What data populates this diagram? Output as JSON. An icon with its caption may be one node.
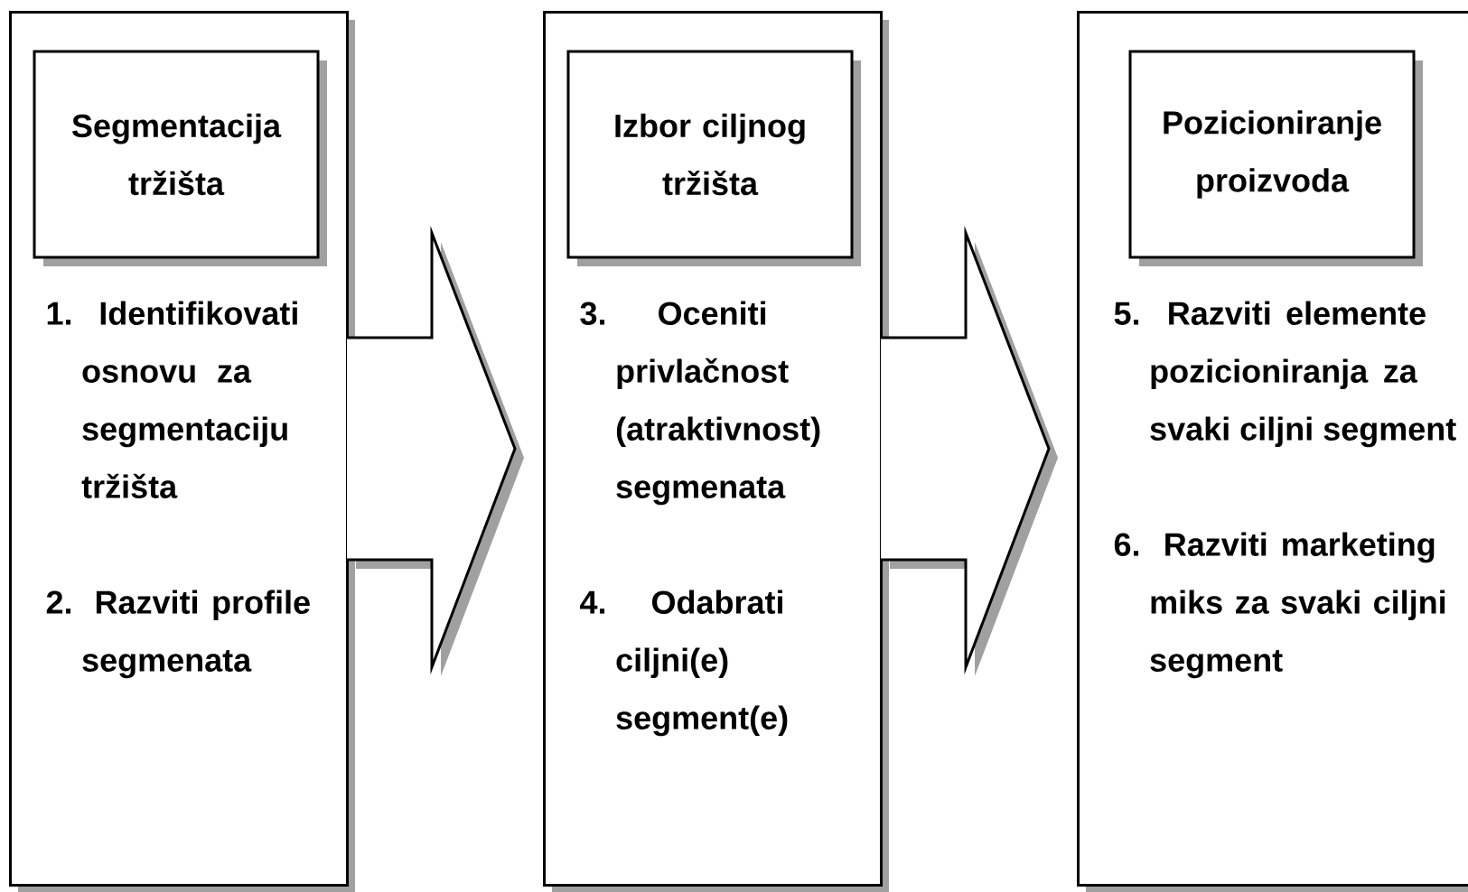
{
  "diagram": {
    "nodes": [
      {
        "text": [
          "1. Identifikovati osnovu za segmentaciju tržišta",
          "2. Razviti profile segmenata"
        ]
      },
      {
        "text": [
          "Segmentacija tržišta"
        ],
        "in": 0
      },
      {
        "text": [
          "3. Oceniti privlačnost (atraktivnost) segmenata",
          "4. Odabrati ciljni(e) segment(e)"
        ]
      },
      {
        "text": [
          "Izbor ciljnog tržišta"
        ],
        "in": 2
      },
      {
        "text": [
          "5. Razviti elemente pozicioniranja za svaki ciljni segment",
          "6. Razviti marketing miks za svaki ciljni segment"
        ]
      },
      {
        "text": [
          "Pozicioniranje proizvoda"
        ],
        "in": 4
      }
    ],
    "edges": [
      {
        "from": 0,
        "to": 2,
        "arrow": "to"
      },
      {
        "from": 2,
        "to": 4,
        "arrow": "to"
      }
    ]
  }
}
